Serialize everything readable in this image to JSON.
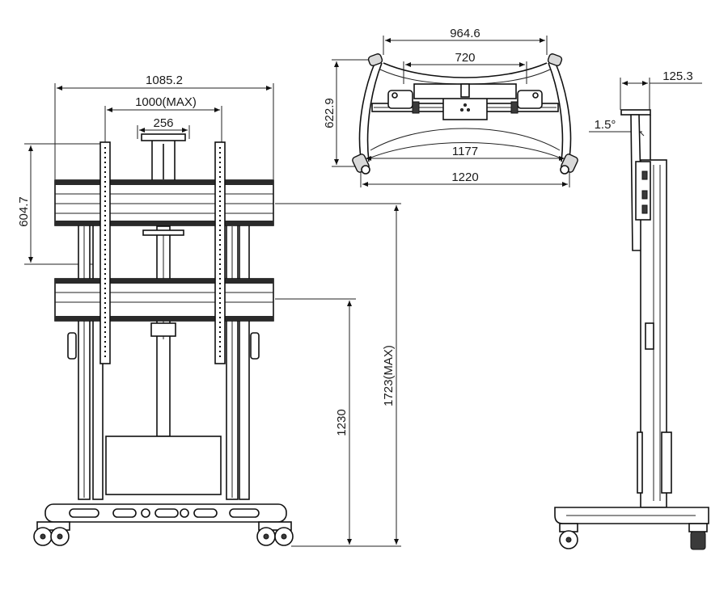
{
  "front_view": {
    "dim_overall_width": "1085.2",
    "dim_max_pattern_width": "1000(MAX)",
    "dim_min_pattern_width": "256",
    "dim_bracket_height": "604.7",
    "dim_height_center": "1230",
    "dim_height_max": "1723(MAX)"
  },
  "top_view": {
    "dim_arm_span": "964.6",
    "dim_inner_span": "720",
    "dim_depth": "622.9",
    "dim_caster_span": "1177",
    "dim_base_width": "1220"
  },
  "side_view": {
    "dim_offset": "125.3",
    "dim_tilt": "1.5°"
  }
}
